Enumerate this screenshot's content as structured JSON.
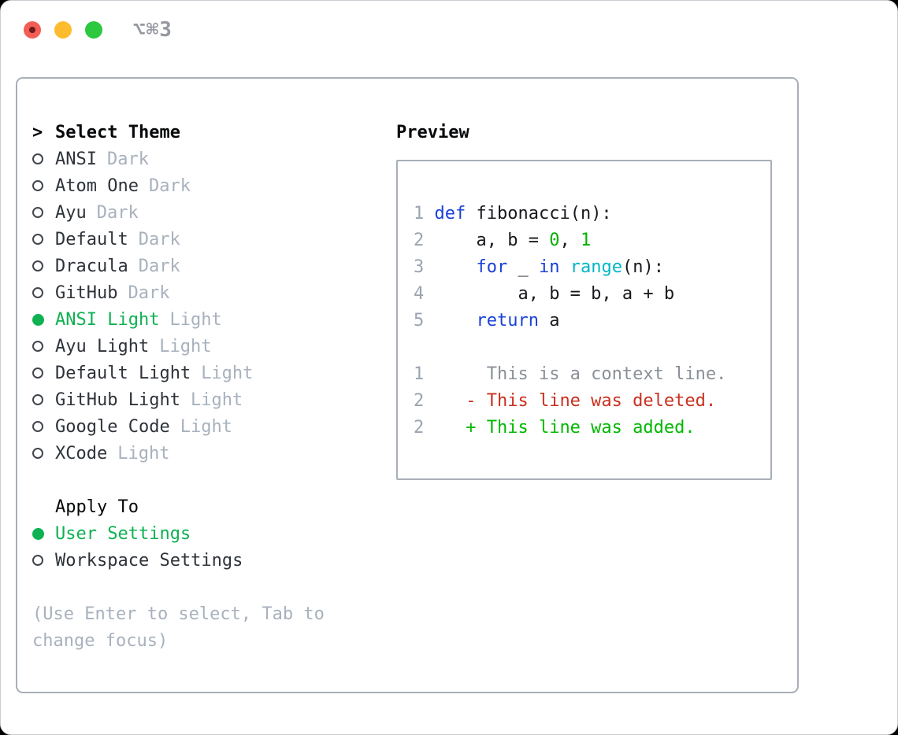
{
  "window": {
    "title": "⌥⌘3"
  },
  "colors": {
    "accent_green": "#0fb152",
    "syntax_keyword": "#1a41d8",
    "syntax_number": "#00b100",
    "syntax_builtin": "#00b6c6",
    "syntax_plain": "#17191d",
    "diff_context": "#8a9097",
    "diff_deleted": "#c9301f",
    "diff_added": "#00b800",
    "line_number": "#9aa4b1",
    "muted": "#a8b1bd",
    "traffic_red": "#f25e55",
    "traffic_yellow": "#fdbc2e",
    "traffic_green": "#2bc840"
  },
  "left": {
    "prompt": ">",
    "title": "Select Theme",
    "themes": [
      {
        "name": "ANSI",
        "tag": "Dark",
        "selected": false
      },
      {
        "name": "Atom One",
        "tag": "Dark",
        "selected": false
      },
      {
        "name": "Ayu",
        "tag": "Dark",
        "selected": false
      },
      {
        "name": "Default",
        "tag": "Dark",
        "selected": false
      },
      {
        "name": "Dracula",
        "tag": "Dark",
        "selected": false
      },
      {
        "name": "GitHub",
        "tag": "Dark",
        "selected": false
      },
      {
        "name": "ANSI Light",
        "tag": "Light",
        "selected": true
      },
      {
        "name": "Ayu Light",
        "tag": "Light",
        "selected": false
      },
      {
        "name": "Default Light",
        "tag": "Light",
        "selected": false
      },
      {
        "name": "GitHub Light",
        "tag": "Light",
        "selected": false
      },
      {
        "name": "Google Code",
        "tag": "Light",
        "selected": false
      },
      {
        "name": "XCode",
        "tag": "Light",
        "selected": false
      }
    ],
    "apply_title": "Apply To",
    "apply_options": [
      {
        "name": "User Settings",
        "selected": true
      },
      {
        "name": "Workspace Settings",
        "selected": false
      }
    ],
    "hint_line1": "(Use Enter to select, Tab to",
    "hint_line2": "change focus)"
  },
  "preview": {
    "title": "Preview",
    "lines": [
      {
        "segments": [
          {
            "t": "1 ",
            "c": "linenum"
          },
          {
            "t": "def",
            "c": "keyword"
          },
          {
            "t": " fibonacci(n):",
            "c": "plain"
          }
        ]
      },
      {
        "segments": [
          {
            "t": "2",
            "c": "linenum"
          },
          {
            "t": "     a, b = ",
            "c": "plain"
          },
          {
            "t": "0",
            "c": "number"
          },
          {
            "t": ", ",
            "c": "plain"
          },
          {
            "t": "1",
            "c": "number"
          }
        ]
      },
      {
        "segments": [
          {
            "t": "3",
            "c": "linenum"
          },
          {
            "t": "     ",
            "c": "plain"
          },
          {
            "t": "for",
            "c": "keyword"
          },
          {
            "t": " _ ",
            "c": "plain"
          },
          {
            "t": "in",
            "c": "keyword"
          },
          {
            "t": " ",
            "c": "plain"
          },
          {
            "t": "range",
            "c": "builtin"
          },
          {
            "t": "(n):",
            "c": "plain"
          }
        ]
      },
      {
        "segments": [
          {
            "t": "4",
            "c": "linenum"
          },
          {
            "t": "         a, b = b, a + b",
            "c": "plain"
          }
        ]
      },
      {
        "segments": [
          {
            "t": "5",
            "c": "linenum"
          },
          {
            "t": "     ",
            "c": "plain"
          },
          {
            "t": "return",
            "c": "keyword"
          },
          {
            "t": " a",
            "c": "plain"
          }
        ]
      },
      {
        "segments": []
      },
      {
        "segments": [
          {
            "t": "1",
            "c": "linenum"
          },
          {
            "t": "      This is a context line.",
            "c": "context"
          }
        ]
      },
      {
        "segments": [
          {
            "t": "2",
            "c": "linenum"
          },
          {
            "t": "    ",
            "c": "plain"
          },
          {
            "t": "- This line was deleted.",
            "c": "deleted"
          }
        ]
      },
      {
        "segments": [
          {
            "t": "2",
            "c": "linenum"
          },
          {
            "t": "    ",
            "c": "plain"
          },
          {
            "t": "+ This line was added.",
            "c": "added"
          }
        ]
      }
    ]
  }
}
